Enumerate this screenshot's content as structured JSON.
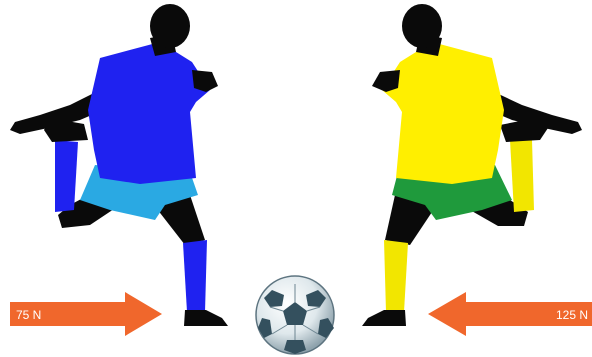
{
  "diagram": {
    "left_force": {
      "label": "75 N",
      "direction": "right",
      "color": "#f0672c"
    },
    "right_force": {
      "label": "125 N",
      "direction": "left",
      "color": "#f0672c"
    },
    "left_player": {
      "shirt_color": "#1f22f0",
      "shorts_color": "#2aa9e3",
      "socks_color": "#1f22f0",
      "skin_color": "#0a0a0a"
    },
    "right_player": {
      "shirt_color": "#ffef00",
      "shorts_color": "#1f9a3c",
      "socks_color": "#f2e600",
      "skin_color": "#0a0a0a"
    },
    "ball": {
      "icon": "soccer-ball-icon"
    }
  }
}
